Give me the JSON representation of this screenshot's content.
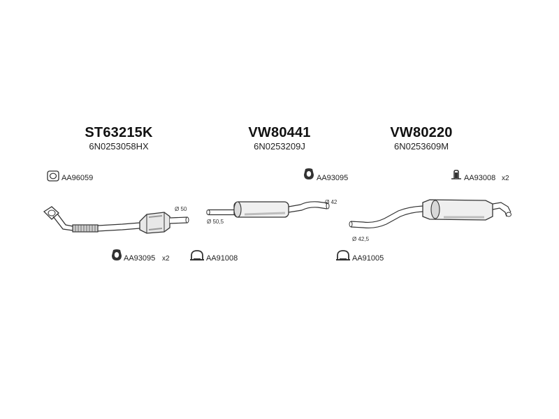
{
  "assemblies": [
    {
      "part_code": "ST63215K",
      "oem_code": "6N0253058HX"
    },
    {
      "part_code": "VW80441",
      "oem_code": "6N0253209J"
    },
    {
      "part_code": "VW80220",
      "oem_code": "6N0253609M"
    }
  ],
  "accessories": {
    "gasket_top_left": "AA96059",
    "hanger_left": "AA93095",
    "hanger_left_qty": "x2",
    "clamp_left": "AA91008",
    "hanger_middle": "AA93095",
    "bracket_right": "AA93008",
    "bracket_right_qty": "x2",
    "clamp_right": "AA91005"
  },
  "dimensions": {
    "front_outlet": "Ø 50",
    "middle_inlet": "Ø 50,5",
    "middle_outlet": "Ø 42",
    "rear_inlet": "Ø 42,5"
  },
  "colors": {
    "line": "#333333",
    "pipe_fill": "#f4f4f4",
    "shade": "#bdbdbd"
  }
}
